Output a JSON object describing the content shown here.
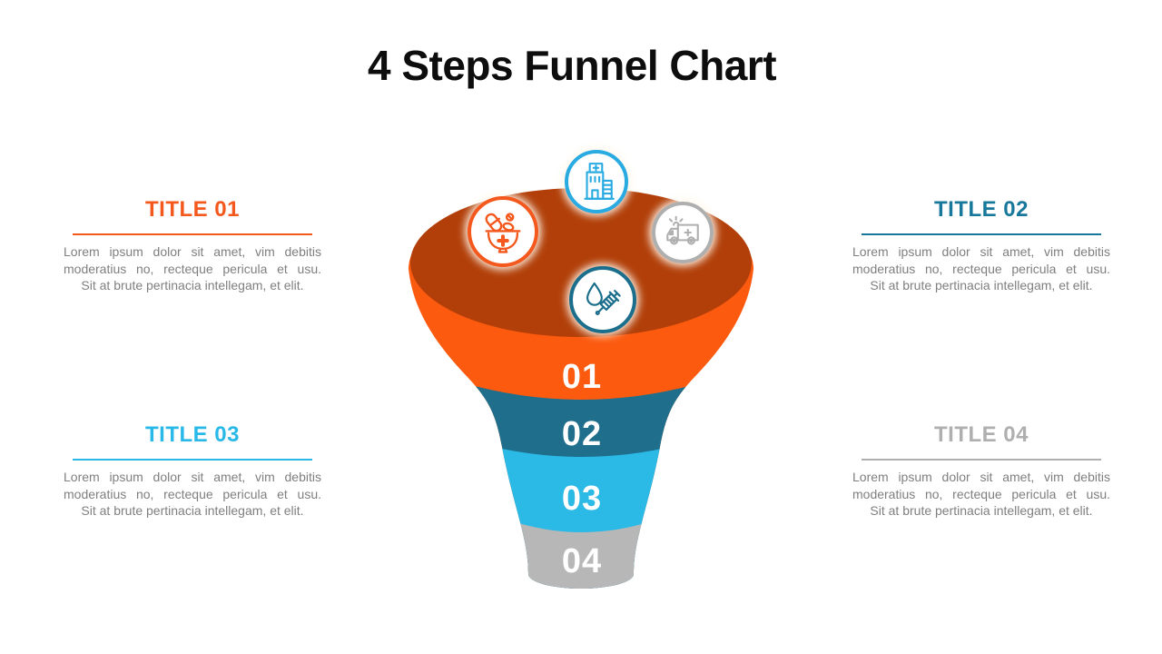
{
  "slide": {
    "title": "4 Steps Funnel Chart"
  },
  "lorem": {
    "lines": [
      "Lorem ipsum dolor sit amet, vim debitis",
      "moderatius no, recteque pericula et usu.",
      "Sit at brute pertinacia intellegam, et elit."
    ]
  },
  "blocks": [
    {
      "title": "TITLE 01",
      "color": "#F4581C"
    },
    {
      "title": "TITLE 02",
      "color": "#17789C"
    },
    {
      "title": "TITLE 03",
      "color": "#29B9E8"
    },
    {
      "title": "TITLE 04",
      "color": "#AFAFAF"
    }
  ],
  "funnel": {
    "top_color": "#B23F09",
    "steps": [
      {
        "label": "01",
        "color": "#FB5A0F"
      },
      {
        "label": "02",
        "color": "#1E6E8C"
      },
      {
        "label": "03",
        "color": "#2BB9E6"
      },
      {
        "label": "04",
        "color": "#B7B7B7"
      }
    ],
    "icons": [
      {
        "name": "pharmacy-mortar-icon",
        "color": "#F4581C"
      },
      {
        "name": "hospital-building-icon",
        "color": "#29ABE2"
      },
      {
        "name": "ambulance-icon",
        "color": "#B0AFAF"
      },
      {
        "name": "syringe-drop-icon",
        "color": "#1B6E8C"
      }
    ]
  },
  "colors": {
    "body_text": "#7F7F7F",
    "title_text": "#0D0D0D",
    "white": "#FFFFFF"
  }
}
